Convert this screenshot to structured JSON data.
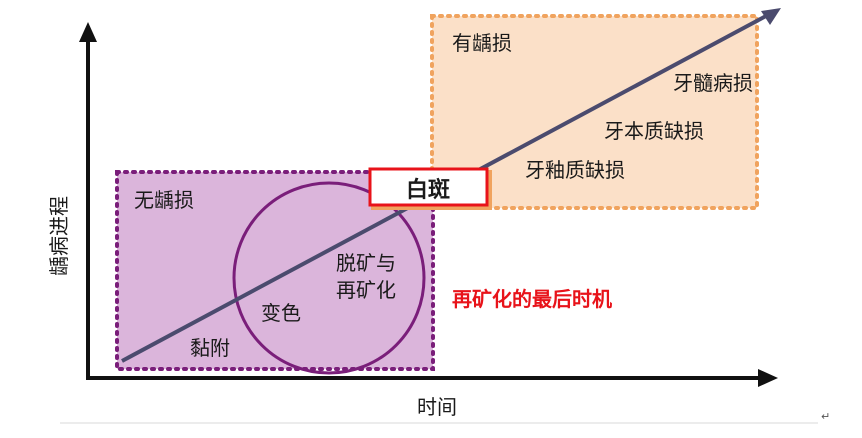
{
  "axes": {
    "y_label": "龋病进程",
    "x_label": "时间"
  },
  "regions": {
    "no_caries": "无龋损",
    "caries": "有龋损"
  },
  "stages": {
    "adhesion": "黏附",
    "discoloration": "变色",
    "demin_remin_line1": "脱矿与",
    "demin_remin_line2": "再矿化",
    "white_spot": "白斑",
    "enamel_defect": "牙釉质缺损",
    "dentin_defect": "牙本质缺损",
    "pulp_lesion": "牙髓病损"
  },
  "annotation": {
    "last_chance": "再矿化的最后时机"
  },
  "footer": {
    "return_mark": "↵"
  },
  "colors": {
    "axis": "#111111",
    "progress_line": "#4b4b6e",
    "no_caries_fill": "#dbb5db",
    "no_caries_border": "#7a1e7a",
    "circle_stroke": "#7a1e7a",
    "caries_fill": "#fbe0c8",
    "caries_border": "#f0a35e",
    "white_spot_border": "#e8131a",
    "white_spot_shadow": "#f0a35e",
    "annotation_text": "#e8131a"
  }
}
